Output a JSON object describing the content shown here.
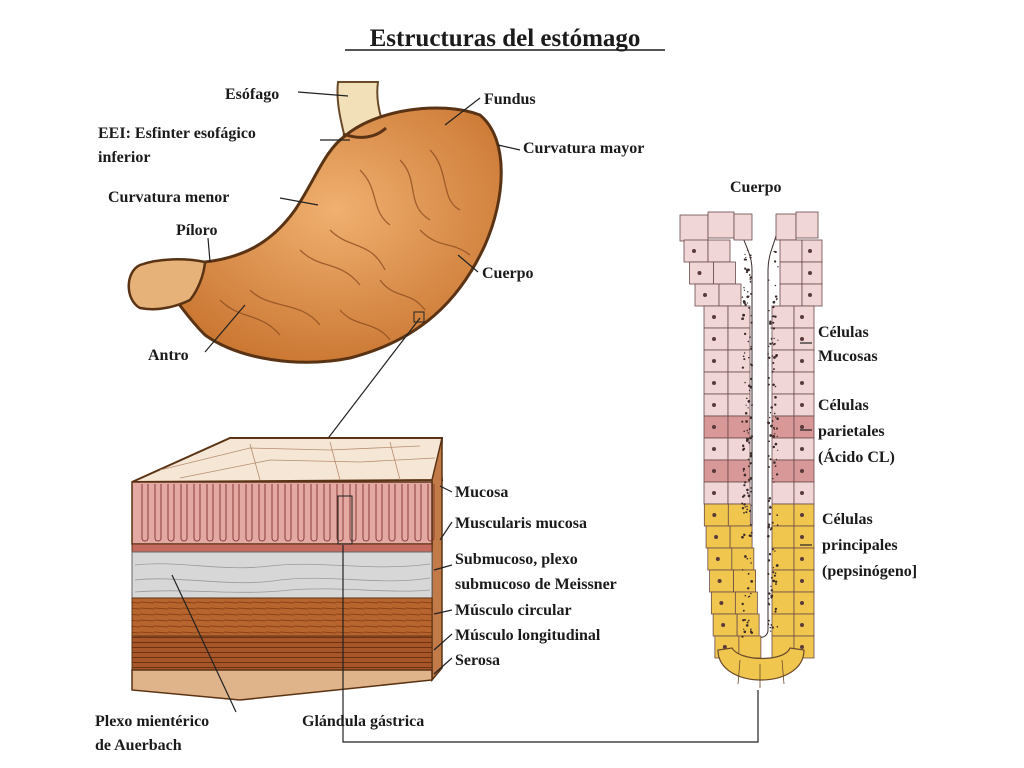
{
  "title": "Estructuras del estómago",
  "stomach_labels": {
    "esofago": "Esófago",
    "eei_line1": "EEI: Esfinter esofágico",
    "eei_line2": "inferior",
    "fundus": "Fundus",
    "curvatura_mayor": "Curvatura mayor",
    "curvatura_menor": "Curvatura menor",
    "piloro": "Píloro",
    "cuerpo": "Cuerpo",
    "antro": "Antro"
  },
  "wall_labels": {
    "mucosa": "Mucosa",
    "muscularis_mucosa": "Muscularis mucosa",
    "submucoso_line1": "Submucoso, plexo",
    "submucoso_line2": "submucoso de Meissner",
    "musculo_circular": "Músculo circular",
    "musculo_longitudinal": "Músculo longitudinal",
    "serosa": "Serosa",
    "plexo_line1": "Plexo mientérico",
    "plexo_line2": "de Auerbach",
    "glandula": "Glándula gástrica"
  },
  "gland_labels": {
    "cuerpo": "Cuerpo",
    "mucosas_line1": "Células",
    "mucosas_line2": "Mucosas",
    "parietales_line1": "Células",
    "parietales_line2": "parietales",
    "parietales_line3": "(Ácido CL)",
    "principales_line1": "Células",
    "principales_line2": "principales",
    "principales_line3": "(pepsinógeno]"
  },
  "colors": {
    "stomach": "#d98a45",
    "mucosa_pink": "#e3a9a2",
    "submucosa_gray": "#cfcfcf",
    "muscle_brown": "#b8642e",
    "mucous_cell": "#f0d6d6",
    "parietal_cell": "#d99898",
    "chief_cell": "#f0c64e"
  }
}
